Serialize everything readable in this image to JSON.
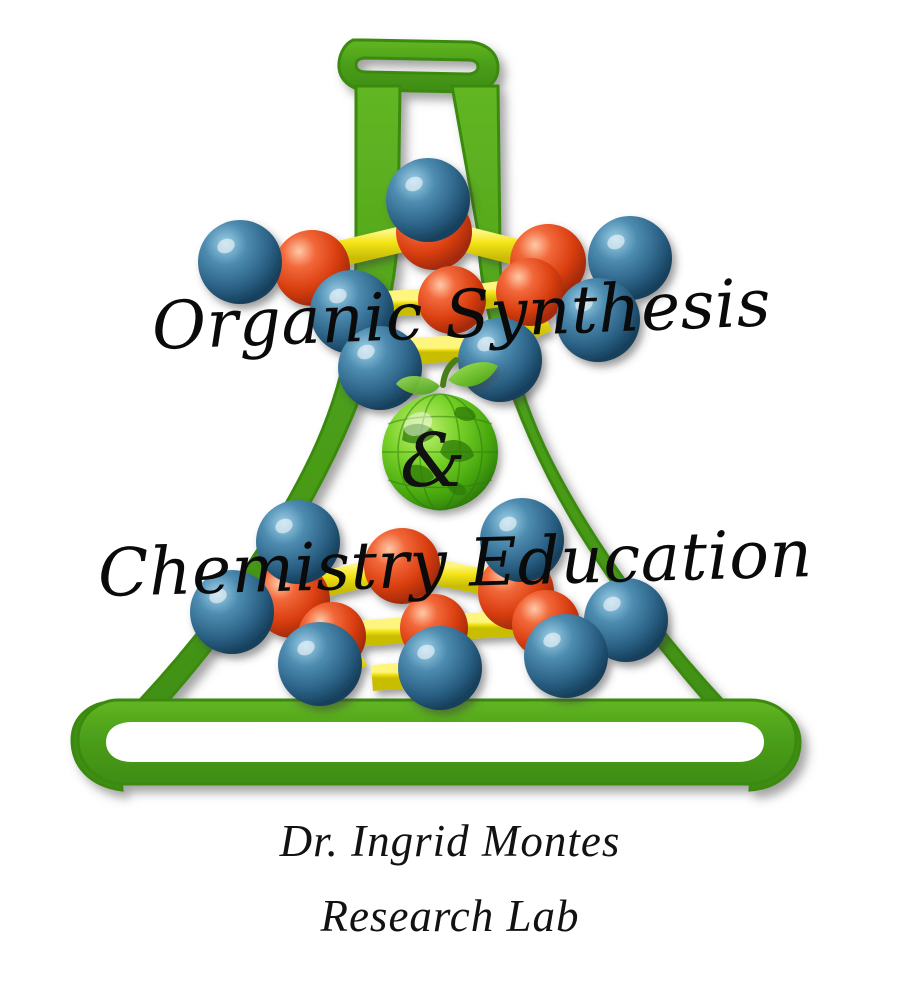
{
  "logo": {
    "title_line1": "Organic Synthesis",
    "ampersand": "&",
    "title_line2": "Chemistry Education",
    "credit_line1": "Dr. Ingrid Montes",
    "credit_line2": "Research Lab",
    "alt_flask": "green-erlenmeyer-flask-outline",
    "alt_apple": "green-apple-globe",
    "alt_molecule_top": "ball-and-stick-molecule-ring-top",
    "alt_molecule_bottom": "ball-and-stick-molecule-ring-bottom",
    "colors": {
      "flask_green": "#4a9e1e",
      "flask_green_dark": "#2f6c10",
      "apple_green": "#5fc21a",
      "atom_blue": "#2f6f96",
      "atom_red": "#e04a1c",
      "bond_yellow": "#f2e316",
      "text_black": "#0a0a0a",
      "background": "#ffffff"
    }
  }
}
